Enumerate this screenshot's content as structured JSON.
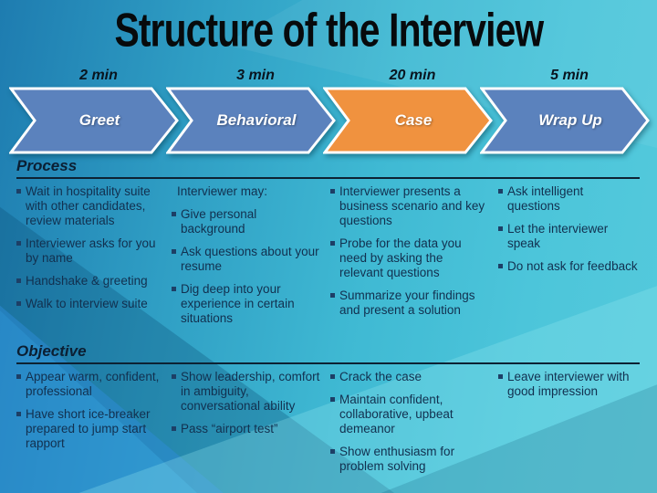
{
  "slide": {
    "title": "Structure of the Interview",
    "stages": [
      {
        "time": "2 min",
        "label": "Greet",
        "color": "#5b82bd"
      },
      {
        "time": "3 min",
        "label": "Behavioral",
        "color": "#5b82bd"
      },
      {
        "time": "20 min",
        "label": "Case",
        "color": "#f0923f"
      },
      {
        "time": "5 min",
        "label": "Wrap Up",
        "color": "#5b82bd"
      }
    ],
    "sections": [
      {
        "heading": "Process",
        "columns": [
          {
            "items": [
              "Wait in hospitality suite with other candidates, review materials",
              "Interviewer asks for you by name",
              "Handshake & greeting",
              "Walk to interview suite"
            ]
          },
          {
            "lead_in": "Interviewer may:",
            "items": [
              "Give personal background",
              "Ask questions about your resume",
              "Dig deep into your experience in certain situations"
            ]
          },
          {
            "items": [
              "Interviewer presents a business scenario and key questions",
              "Probe for the data you need by asking the relevant questions",
              "Summarize your findings and present a solution"
            ]
          },
          {
            "items": [
              "Ask intelligent questions",
              "Let the interviewer speak",
              "Do not ask for feedback"
            ]
          }
        ]
      },
      {
        "heading": "Objective",
        "columns": [
          {
            "items": [
              "Appear warm, confident, professional",
              "Have short ice-breaker prepared to jump start rapport"
            ]
          },
          {
            "items": [
              "Show leadership, comfort in ambiguity, conversational ability",
              "Pass “airport test”"
            ]
          },
          {
            "items": [
              "Crack the case",
              "Maintain confident, collaborative, upbeat demeanor",
              "Show enthusiasm for problem solving"
            ]
          },
          {
            "items": [
              "Leave interviewer with good impression"
            ]
          }
        ]
      }
    ],
    "colors": {
      "stage_blue": "#5b82bd",
      "stage_orange": "#f0923f",
      "text_navy": "#12304f",
      "background_teal": "#3fb9d3"
    }
  }
}
